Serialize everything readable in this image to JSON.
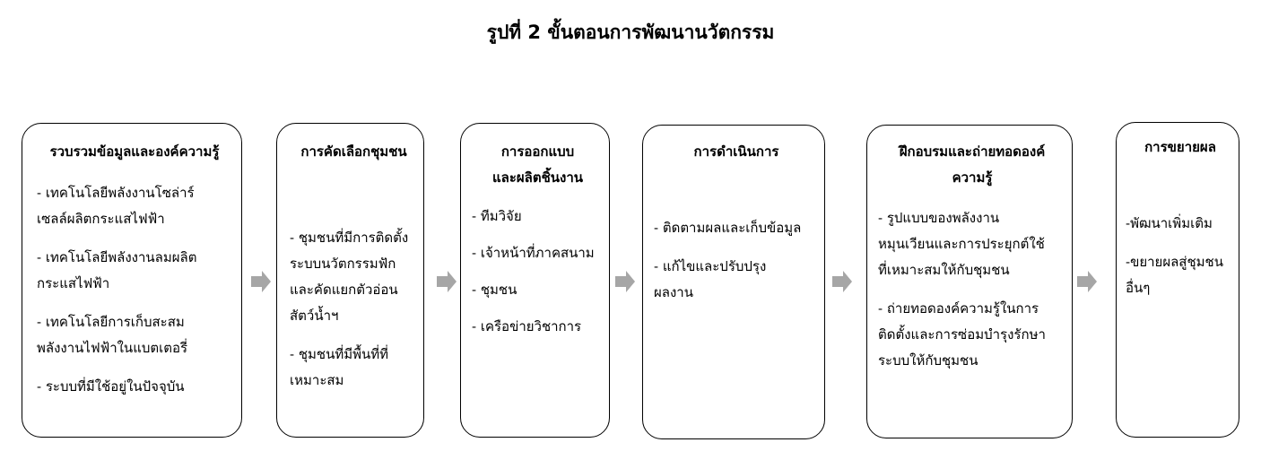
{
  "title": "รูปที่ 2 ขั้นตอนการพัฒนานวัตกรรม",
  "colors": {
    "arrow": "#a6a6a6",
    "border": "#000000"
  },
  "boxes": [
    {
      "title": [
        "รวบรวมข้อมูลและองค์ความรู้"
      ],
      "items": [
        [
          "- เทคโนโลยีพลังงานโซล่าร์",
          "เซลล์ผลิตกระแสไฟฟ้า"
        ],
        [
          "- เทคโนโลยีพลังงานลมผลิต",
          "กระแสไฟฟ้า"
        ],
        [
          "- เทคโนโลยีการเก็บสะสม",
          "พลังงานไฟฟ้าในแบตเตอรี่"
        ],
        [
          "- ระบบที่มีใช้อยู่ในปัจจุบัน"
        ]
      ]
    },
    {
      "title": [
        "การคัดเลือกชุมชน"
      ],
      "items": [
        [
          "- ชุมชนที่มีการติดตั้ง",
          "ระบบนวัตกรรมฟัก",
          "และคัดแยกตัวอ่อน",
          "สัตว์น้ำฯ"
        ],
        [
          "- ชุมชนที่มีพื้นที่ที่",
          "เหมาะสม"
        ]
      ]
    },
    {
      "title": [
        "การออกแบบ",
        "และผลิตชิ้นงาน"
      ],
      "items": [
        [
          "- ทีมวิจัย"
        ],
        [
          "- เจ้าหน้าที่ภาคสนาม"
        ],
        [
          "- ชุมชน"
        ],
        [
          "- เครือข่ายวิชาการ"
        ]
      ]
    },
    {
      "title": [
        "การดำเนินการ"
      ],
      "items": [
        [
          "- ติดตามผลและเก็บข้อมูล"
        ],
        [
          "- แก้ไขและปรับปรุง",
          "ผลงาน"
        ]
      ]
    },
    {
      "title": [
        "ฝึกอบรมและถ่ายทอดองค์",
        "ความรู้"
      ],
      "items": [
        [
          "- รูปแบบของพลังงาน",
          "หมุนเวียนและการประยุกต์ใช้",
          "ที่เหมาะสมให้กับชุมชน"
        ],
        [
          "- ถ่ายทอดองค์ความรู้ในการ",
          "ติดตั้งและการซ่อมบำรุงรักษา",
          "ระบบให้กับชุมชน"
        ]
      ]
    },
    {
      "title": [
        "การขยายผล"
      ],
      "items": [
        [
          "-พัฒนาเพิ่มเติม"
        ],
        [
          "-ขยายผลสู่ชุมชน",
          "อื่นๆ"
        ]
      ]
    }
  ]
}
